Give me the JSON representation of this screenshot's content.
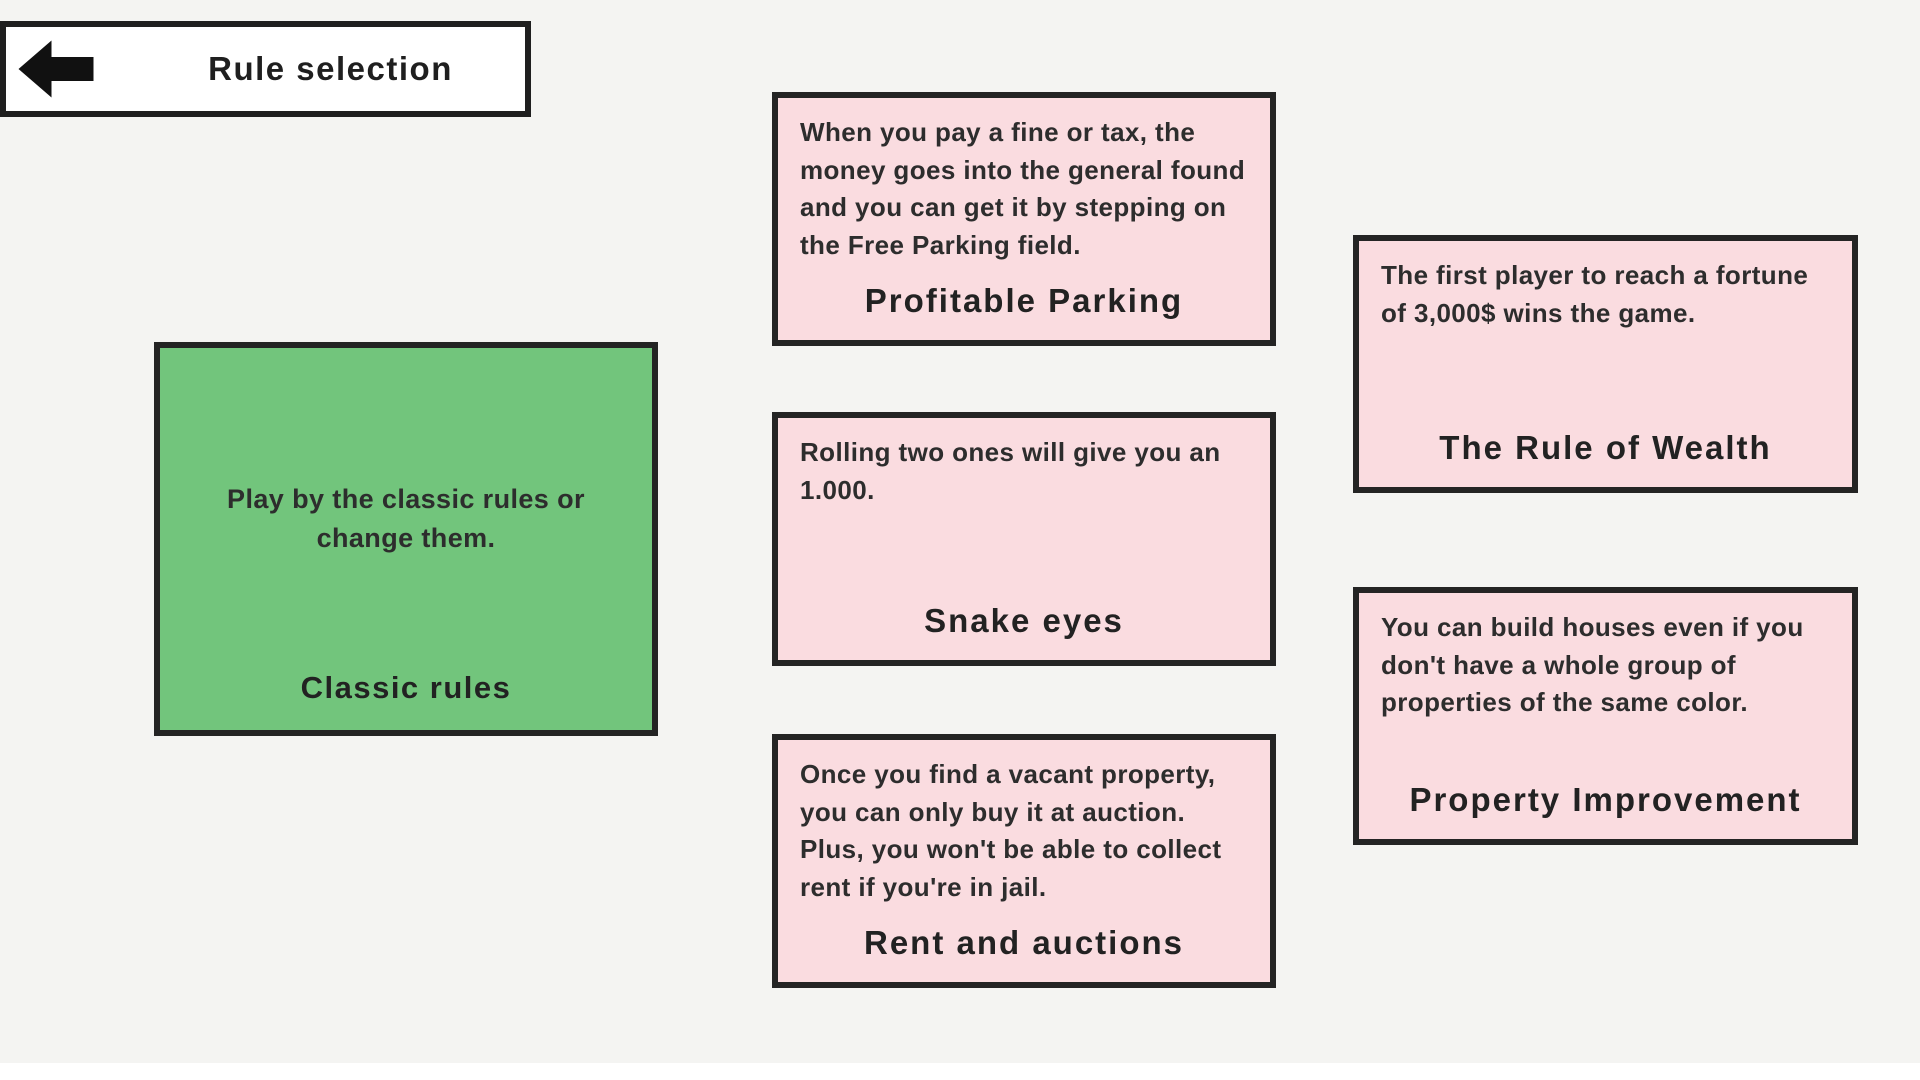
{
  "header": {
    "title": "Rule selection"
  },
  "cards": {
    "classic_rules": {
      "body": "Play by the classic rules or change them.",
      "title": "Classic rules"
    },
    "profitable_parking": {
      "body": "When you pay a fine or tax, the money goes into the general found and you can get it by stepping on the Free Parking field.",
      "title": "Profitable Parking"
    },
    "snake_eyes": {
      "body": "Rolling two ones will give you an 1.000.",
      "title": "Snake eyes"
    },
    "rent_and_auctions": {
      "body": "Once you find a vacant property, you can only buy it at auction. Plus, you won't be able to collect rent if you're in jail.",
      "title": "Rent and auctions"
    },
    "rule_of_wealth": {
      "body": "The first player to reach a fortune of 3,000$ wins the game.",
      "title": "The Rule of Wealth"
    },
    "property_improvement": {
      "body": "You can build houses even if you don't have a whole group of properties of the same color.",
      "title": "Property Improvement"
    }
  },
  "colors": {
    "background": "#f4f4f2",
    "card_pink": "#fadce0",
    "card_green": "#72c57c",
    "border": "#242424",
    "text": "#2a2a2a"
  }
}
